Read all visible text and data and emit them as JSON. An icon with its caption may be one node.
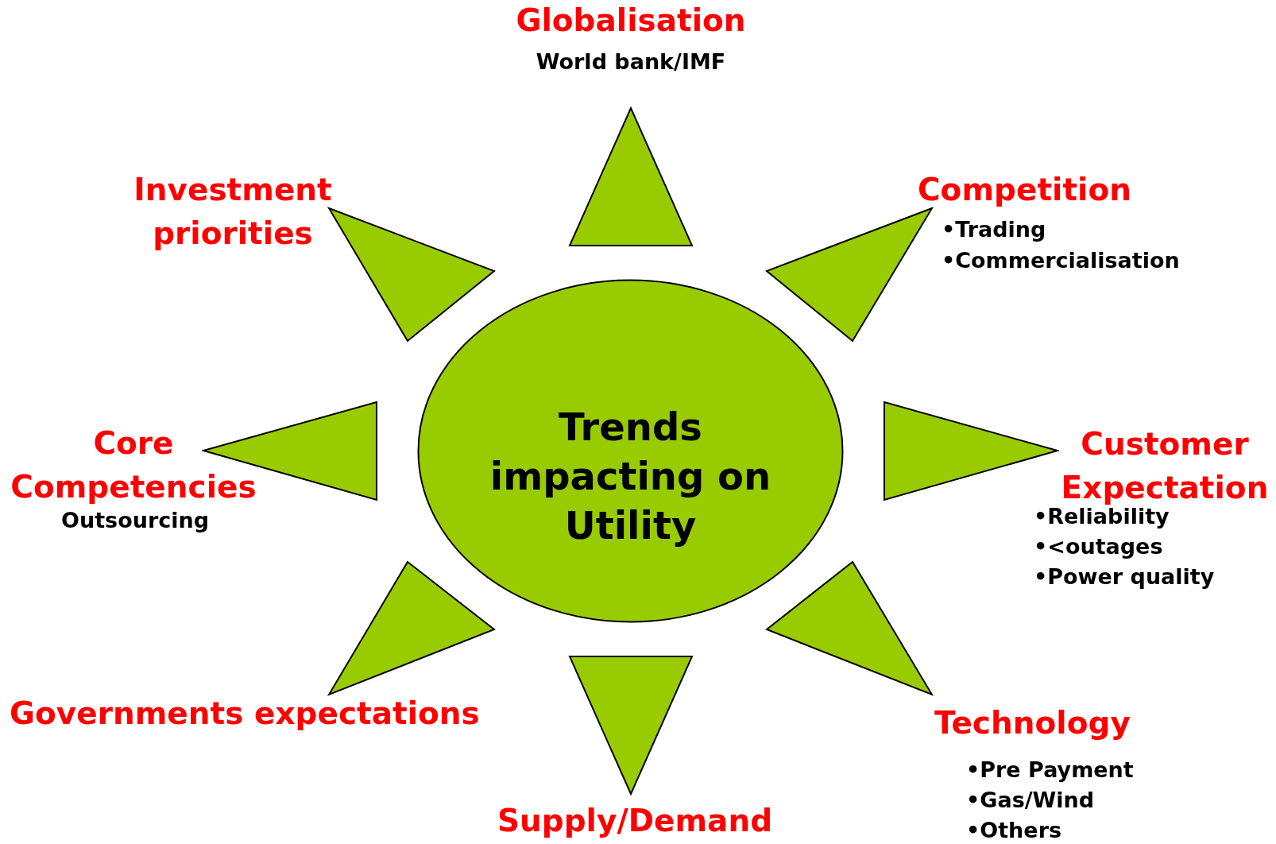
{
  "diagram": {
    "nodes": [
      {
        "text": [
          "Trends impacting on Utility"
        ]
      },
      {
        "text": [
          "Globalisation",
          "World bank/IMF"
        ]
      },
      {
        "text": [
          "Investment priorities"
        ]
      },
      {
        "text": [
          "Competition",
          "•Trading",
          "•Commercialisation"
        ]
      },
      {
        "text": [
          "Core Competencies",
          "Outsourcing"
        ]
      },
      {
        "text": [
          "Customer Expectation",
          "•Reliability",
          "•<outages",
          "•Power quality"
        ]
      },
      {
        "text": [
          "Governments expectations"
        ]
      },
      {
        "text": [
          "Technology",
          "•Pre Payment",
          "•Gas/Wind",
          "•Others"
        ]
      },
      {
        "text": [
          "Supply/Demand"
        ]
      }
    ]
  }
}
